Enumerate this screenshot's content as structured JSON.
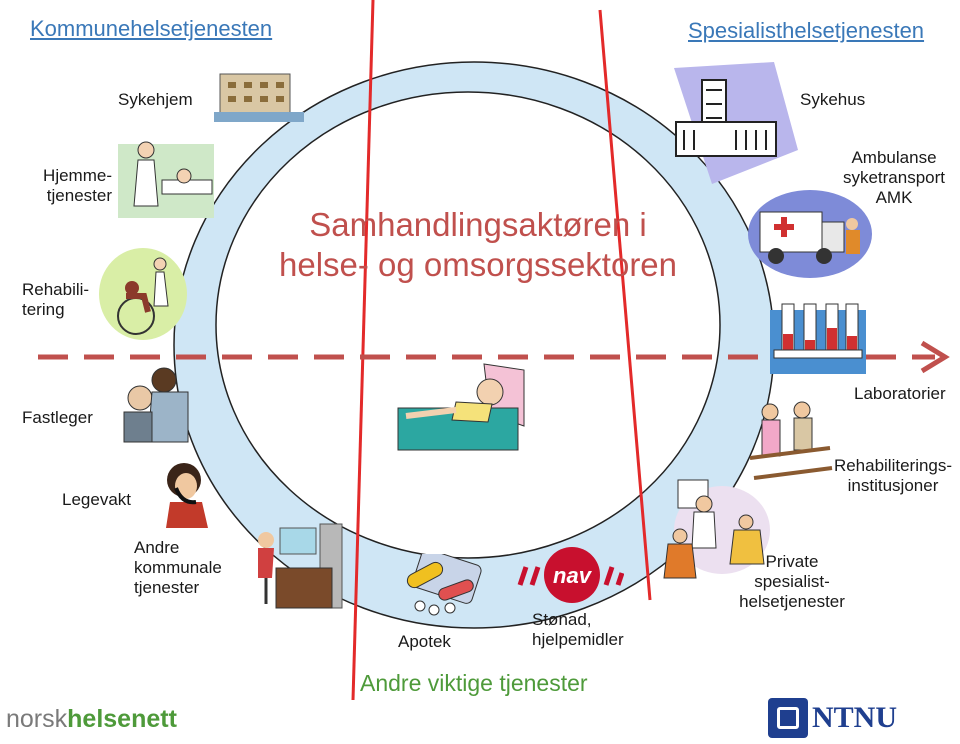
{
  "headers": {
    "left": "Kommunehelsetjenesten",
    "right": "Spesialisthelsetjenesten"
  },
  "center_title": {
    "line1": "Samhandlingsaktøren i",
    "line2": "helse- og omsorgssektoren"
  },
  "municipal_services": {
    "sykehjem": "Sykehjem",
    "hjemmetjenester": [
      "Hjemme-",
      "tjenester"
    ],
    "rehabilitering": [
      "Rehabili-",
      "tering"
    ],
    "fastleger": "Fastleger",
    "legevakt": "Legevakt",
    "andre_kommunale": [
      "Andre",
      "kommunale",
      "tjenester"
    ]
  },
  "specialist_services": {
    "sykehus": "Sykehus",
    "ambulanse": [
      "Ambulanse",
      "syketransport",
      "AMK"
    ],
    "laboratorier": "Laboratorier",
    "rehabiliteringsinstitusjoner": [
      "Rehabiliterings-",
      "institusjoner"
    ],
    "private_spesialist": [
      "Private",
      "spesialist-",
      "helsetjenester"
    ]
  },
  "other_services": {
    "apotek": "Apotek",
    "nav_logo": "nav",
    "stonad": [
      "Stønad,",
      "hjelpemidler"
    ],
    "footer_label": "Andre viktige tjenester"
  },
  "logos": {
    "norsk_prefix": "norsk",
    "norsk_suffix": "helsenett",
    "ntnu": "NTNU"
  },
  "colors": {
    "ring": "#cfe6f5",
    "divider_lines": "#e32a2a",
    "dashed_arrow": "#c0504d",
    "header_text": "#3a78b8",
    "title_text": "#c0504d",
    "footer_text": "#4e9a3a",
    "nav_red": "#c8102e",
    "ntnu_blue": "#1f3f8f"
  }
}
